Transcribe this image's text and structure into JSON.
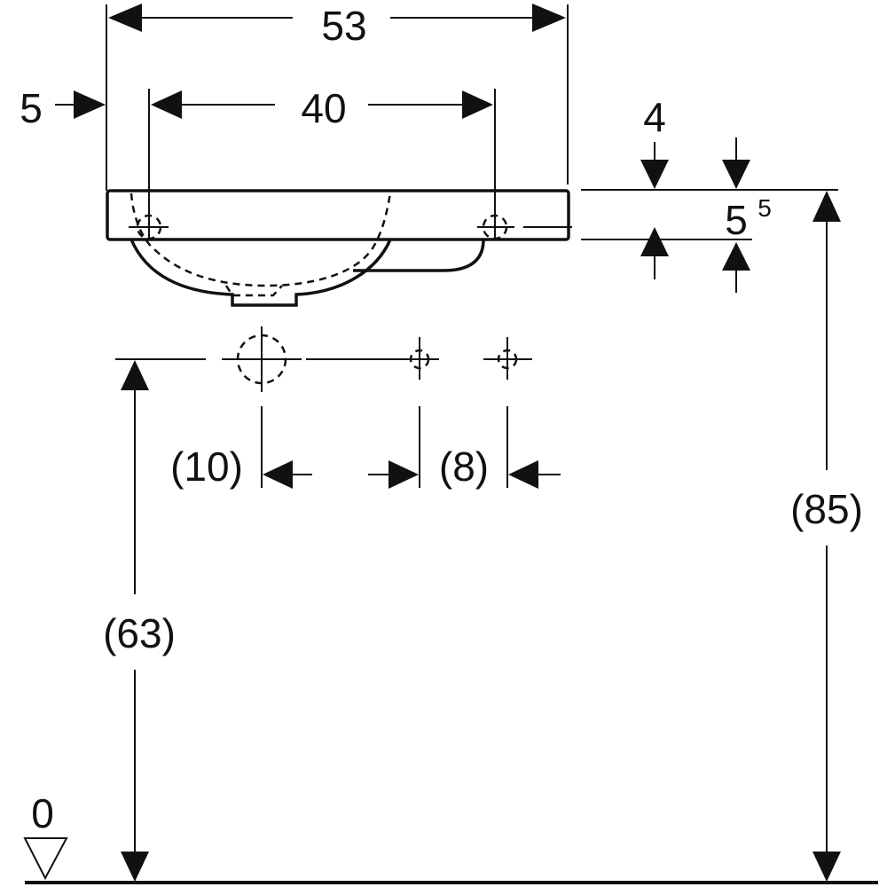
{
  "drawing": {
    "dimensions": {
      "overall_width": "53",
      "left_offset": "5",
      "hole_spacing": "40",
      "top_offset": "4",
      "slab_thickness_base": "5",
      "slab_thickness_sup": "5",
      "total_height": "(85)",
      "connection_height": "(63)",
      "drain_offset": "(10)",
      "valve_spacing": "(8)",
      "floor_level": "0"
    },
    "colors": {
      "ink": "#111111",
      "background": "#ffffff"
    }
  }
}
